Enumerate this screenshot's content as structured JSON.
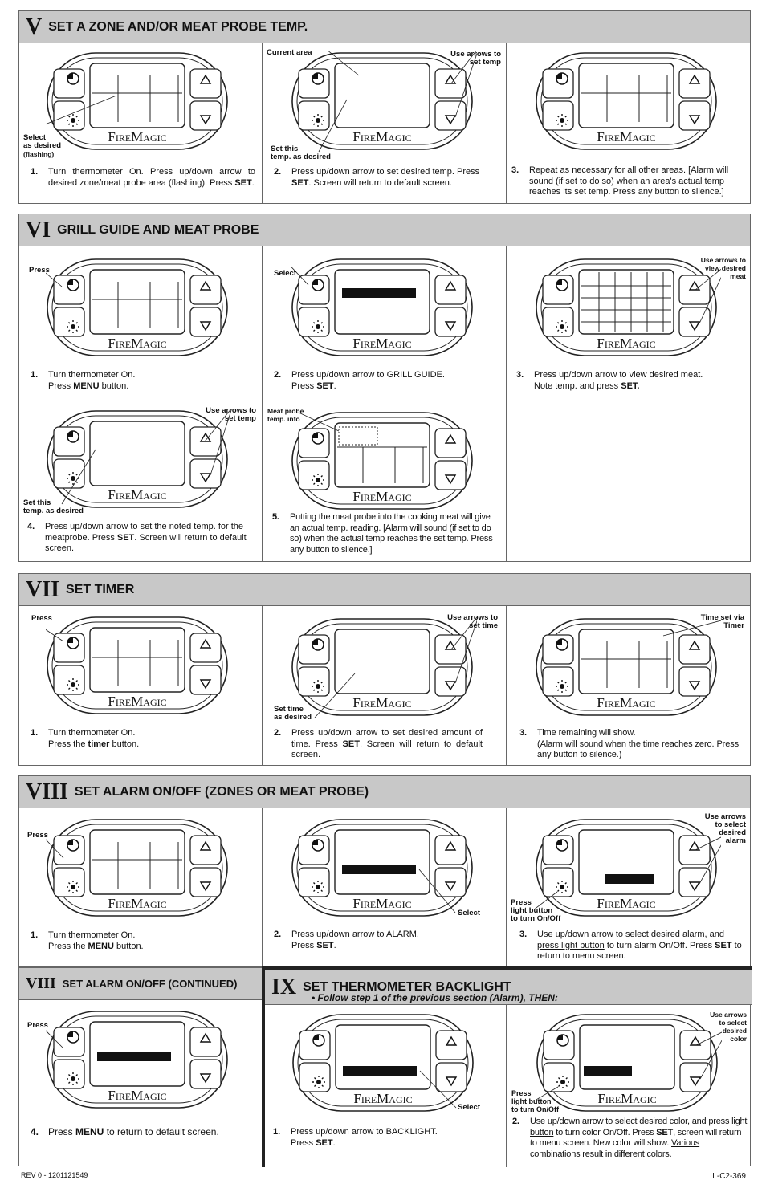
{
  "brand": "FireMagic",
  "sec5": {
    "roman": "V",
    "title": "SET A ZONE AND/OR MEAT PROBE TEMP.",
    "s1_num": "1.",
    "s1_a": "Turn thermometer On. Press up/down arrow to desired zone/meat probe area (flashing). Press ",
    "s1_b": "SET",
    "s1_c": ".",
    "s2_num": "2.",
    "s2_a": "Press up/down arrow to set desired temp. Press ",
    "s2_b": "SET",
    "s2_c": ". Screen will return to default screen.",
    "s3_num": "3.",
    "s3_a": "Repeat as necessary for all other areas. [Alarm will sound (if set to do so) when an area's actual temp reaches its set temp. Press any button to silence.]",
    "l_select": "Select",
    "l_asdesired": "as desired",
    "l_flashing": "(flashing)",
    "l_current": "Current area",
    "l_usearrows": "Use arrows to",
    "l_settemp": "set temp",
    "l_setthis": "Set this",
    "l_tempasdesired": "temp. as desired"
  },
  "sec6": {
    "roman": "VI",
    "title": "GRILL GUIDE AND MEAT PROBE",
    "s1_num": "1.",
    "s1_a": "Turn thermometer On.",
    "s1_b": "Press ",
    "s1_c": "MENU",
    "s1_d": " button.",
    "s2_num": "2.",
    "s2_a": "Press up/down arrow to GRILL GUIDE.",
    "s2_b": "Press ",
    "s2_c": "SET",
    "s2_d": ".",
    "s3_num": "3.",
    "s3_a": "Press up/down arrow to view desired meat.",
    "s3_b": "Note temp. and press ",
    "s3_c": "SET.",
    "s4_num": "4.",
    "s4_a": "Press up/down arrow to set the noted temp. for the meatprobe. Press ",
    "s4_b": "SET",
    "s4_c": ". Screen will return to default screen.",
    "s5_num": "5.",
    "s5_a": "Putting the meat probe into the cooking meat will give an actual temp. reading. [Alarm will sound (if set to do so) when the actual temp reaches the set temp. Press any button to silence.]",
    "l_press": "Press",
    "l_select": "Select",
    "l_ua1": "Use arrows to",
    "l_ua2": "view desired",
    "l_ua3": "meat",
    "l_usearrows": "Use arrows to",
    "l_settemp": "set temp",
    "l_setthis": "Set this",
    "l_tempasdesired": "temp. as desired",
    "l_mp1": "Meat probe",
    "l_mp2": "temp. info"
  },
  "sec7": {
    "roman": "VII",
    "title": "SET TIMER",
    "s1_num": "1.",
    "s1_a": "Turn thermometer On.",
    "s1_b": "Press the ",
    "s1_c": "timer",
    "s1_d": " button.",
    "s2_num": "2.",
    "s2_a": "Press up/down arrow to set desired amount of time. Press ",
    "s2_b": "SET",
    "s2_c": ". Screen will return to default screen.",
    "s3_num": "3.",
    "s3_a": "Time remaining will show.",
    "s3_b": "(Alarm will sound when the time reaches zero. Press any button to silence.)",
    "l_press": "Press",
    "l_usearrows": "Use arrows to",
    "l_settime": "set time",
    "l_settime2": "Set time",
    "l_asdesired": "as desired",
    "l_ts1": "Time set via",
    "l_ts2": "Timer"
  },
  "sec8": {
    "roman": "VIII",
    "title": "SET ALARM ON/OFF (ZONES OR MEAT PROBE)",
    "s1_num": "1.",
    "s1_a": "Turn thermometer On.",
    "s1_b": "Press the ",
    "s1_c": "MENU",
    "s1_d": " button.",
    "s2_num": "2.",
    "s2_a": "Press up/down arrow to ALARM.",
    "s2_b": "Press ",
    "s2_c": "SET",
    "s2_d": ".",
    "s3_num": "3.",
    "s3_a": "Use up/down arrow to select desired alarm, and ",
    "s3_b": "press light button",
    "s3_c": " to turn alarm On/Off. Press ",
    "s3_d": "SET",
    "s3_e": " to return to menu screen.",
    "l_press": "Press",
    "l_select": "Select",
    "l_ua1": "Use arrows",
    "l_ua2": "to select",
    "l_ua3": "desired",
    "l_ua4": "alarm",
    "l_pl1": "Press",
    "l_pl2": "light button",
    "l_pl3": "to turn On/Off"
  },
  "sec8b": {
    "roman": "VIII",
    "title": "SET ALARM ON/OFF (CONTINUED)",
    "s4_num": "4.",
    "s4_a": "Press ",
    "s4_b": "MENU",
    "s4_c": " to return to default screen.",
    "l_press": "Press"
  },
  "sec9": {
    "roman": "IX",
    "title": "SET THERMOMETER BACKLIGHT",
    "subtitle": "•  Follow step 1 of the previous section (Alarm), THEN:",
    "s1_num": "1.",
    "s1_a": "Press up/down arrow to BACKLIGHT.",
    "s1_b": "Press ",
    "s1_c": "SET",
    "s1_d": ".",
    "s2_num": "2.",
    "s2_a": "Use up/down arrow to select desired color, and ",
    "s2_b": "press light button",
    "s2_c": " to turn color On/Off. Press ",
    "s2_d": "SET",
    "s2_e": ", screen will return to menu screen. New color will show. ",
    "s2_f": "Various combinations result in different colors.",
    "l_select": "Select",
    "l_ua1": "Use arrows",
    "l_ua2": "to select",
    "l_ua3": "desired",
    "l_ua4": "color",
    "l_pl1": "Press",
    "l_pl2": "light button",
    "l_pl3": "to turn On/Off"
  },
  "footer": {
    "rev": "REV 0 - 1201121549",
    "code": "L-C2-369"
  }
}
